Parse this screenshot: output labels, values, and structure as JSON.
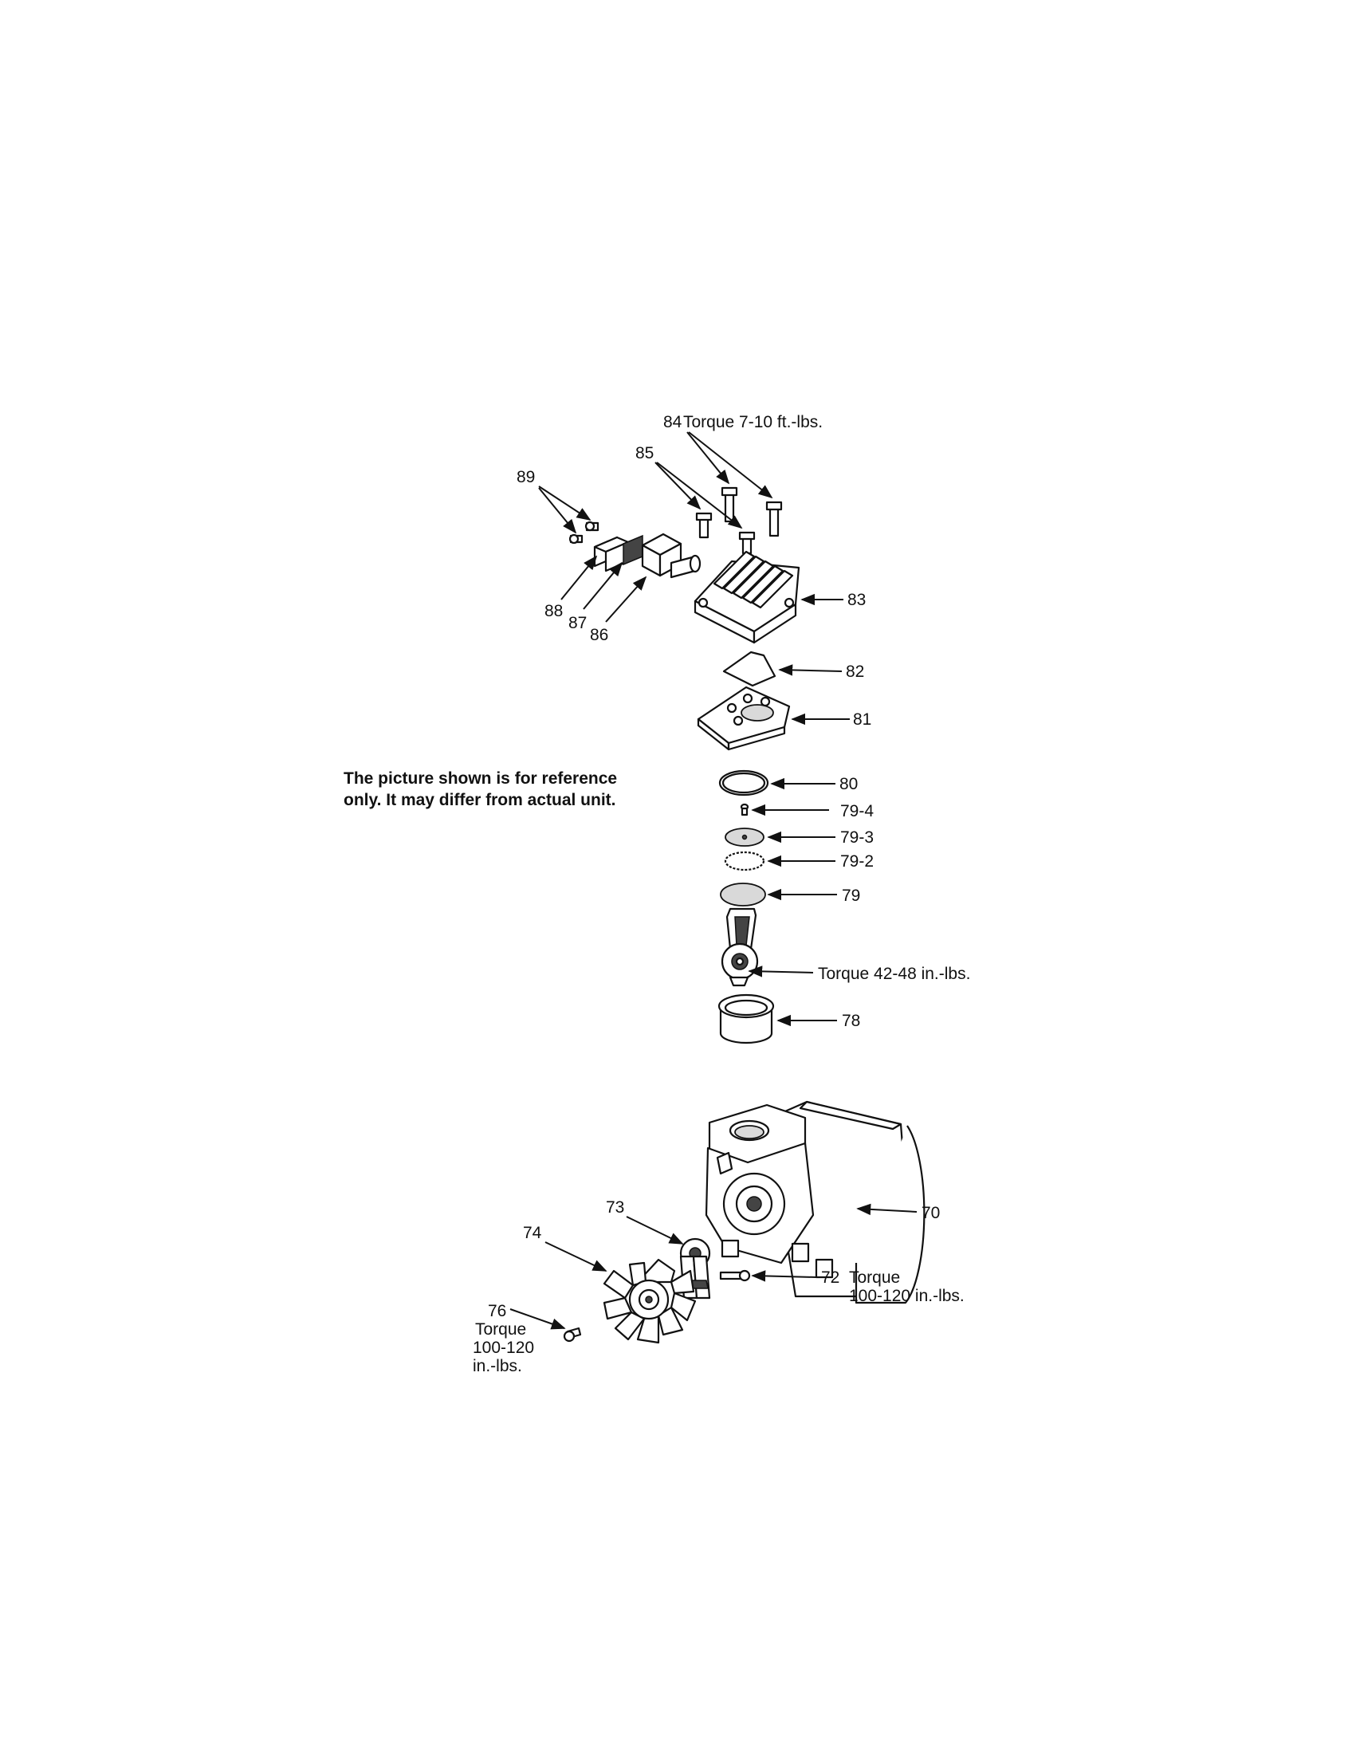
{
  "note": {
    "line1": "The picture shown is for reference",
    "line2": "only. It may differ from actual unit."
  },
  "labels": {
    "p84": "84",
    "p84_torque": "Torque 7-10 ft.-lbs.",
    "p85": "85",
    "p89": "89",
    "p88": "88",
    "p87": "87",
    "p86": "86",
    "p83": "83",
    "p82": "82",
    "p81": "81",
    "p80": "80",
    "p79_4": "79-4",
    "p79_3": "79-3",
    "p79_2": "79-2",
    "p79": "79",
    "rod_torque": "Torque 42-48 in.-lbs.",
    "p78": "78",
    "p70": "70",
    "p73": "73",
    "p74": "74",
    "p72": "72",
    "p72_torque1": "Torque",
    "p72_torque2": "100-120 in.-lbs.",
    "p76": "76",
    "p76_torque1": "Torque",
    "p76_torque2": "100-120",
    "p76_torque3": "in.-lbs."
  }
}
